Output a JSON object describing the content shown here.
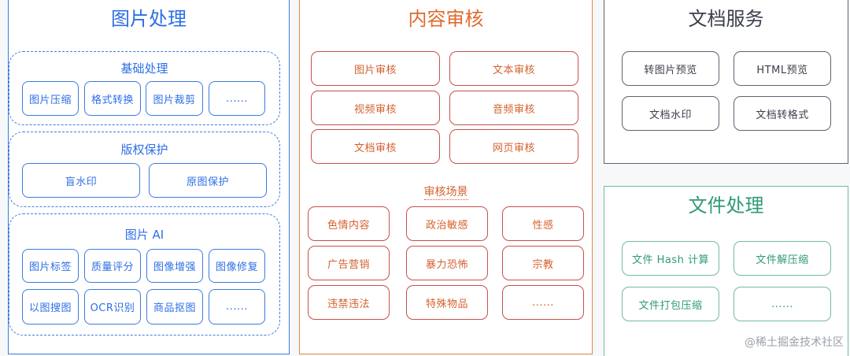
{
  "image_processing": {
    "title": "图片处理",
    "basic": {
      "title": "基础处理",
      "items": [
        "图片压缩",
        "格式转换",
        "图片裁剪",
        "......"
      ]
    },
    "copyright": {
      "title": "版权保护",
      "items": [
        "盲水印",
        "原图保护"
      ]
    },
    "ai": {
      "title": "图片 AI",
      "items": [
        "图片标签",
        "质量评分",
        "图像增强",
        "图像修复",
        "以图搜图",
        "OCR识别",
        "商品抠图",
        "......"
      ]
    }
  },
  "content_audit": {
    "title": "内容审核",
    "items": [
      "图片审核",
      "文本审核",
      "视频审核",
      "音频审核",
      "文档审核",
      "网页审核"
    ],
    "scenes_title": "审核场景",
    "scenes": [
      "色情内容",
      "政治敏感",
      "性感",
      "广告营销",
      "暴力恐怖",
      "宗教",
      "违禁违法",
      "特殊物品",
      "......"
    ]
  },
  "document_services": {
    "title": "文档服务",
    "items": [
      "转图片预览",
      "HTML预览",
      "文档水印",
      "文档转格式"
    ]
  },
  "file_processing": {
    "title": "文件处理",
    "items": [
      "文件 Hash 计算",
      "文件解压缩",
      "文件打包压缩",
      "......"
    ]
  },
  "watermark": "@稀土掘金技术社区",
  "colors": {
    "image_processing": "#3d7be0",
    "content_audit": "#e0884a",
    "content_audit_box": "#c8504a",
    "document_services": "#5f6270",
    "file_processing": "#72bb9b"
  }
}
